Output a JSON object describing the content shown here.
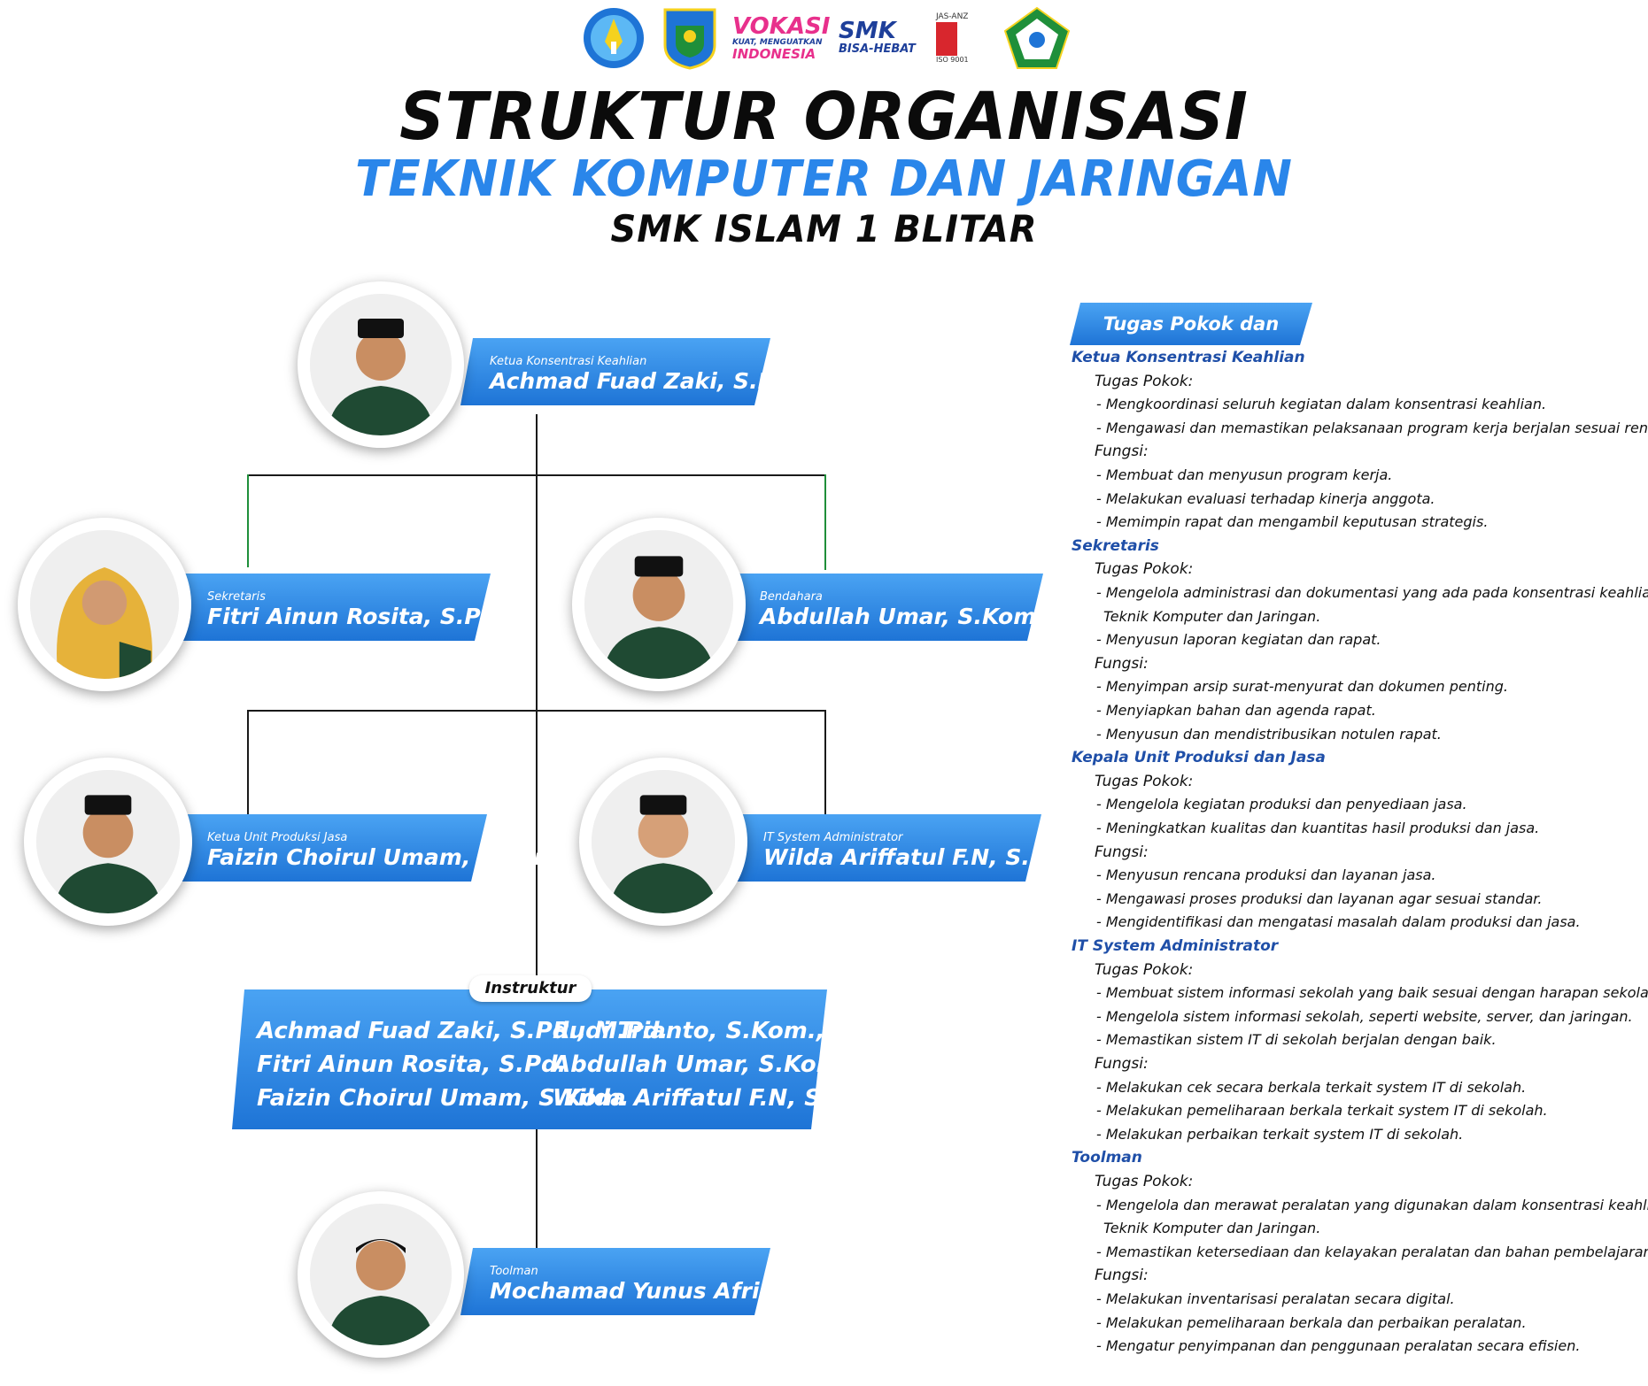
{
  "logos": [
    {
      "name": "tut-wuri-handayani-logo",
      "color": "#1e74d6"
    },
    {
      "name": "jawa-timur-crest-logo",
      "color": "#1f8f3a"
    },
    {
      "name": "vokasi-logo",
      "color": "#e8308c"
    },
    {
      "name": "smk-bisa-hebat-logo",
      "color": "#1e3f9a"
    },
    {
      "name": "iso-certification-logo",
      "color": "#d8262d"
    },
    {
      "name": "smk-islam-blitar-logo",
      "color": "#1f8f3a"
    }
  ],
  "logo_text": {
    "vokasi": "VOKASI",
    "vokasi_sub": "KUAT, MENGUATKAN",
    "vokasi_sub2": "INDONESIA",
    "smk": "SMK",
    "smk_sub": "BISA-HEBAT",
    "iso": "ISO 9001",
    "iso_top": "JAS-ANZ"
  },
  "header": {
    "title": "STRUKTUR ORGANISASI",
    "subtitle": "TEKNIK KOMPUTER DAN JARINGAN",
    "school": "SMK ISLAM 1 BLITAR"
  },
  "colors": {
    "accent": "#2a86ea",
    "plate_top": "#4aa3f3",
    "plate_bottom": "#1e74d6",
    "section_heading": "#1f4fa8",
    "connector_green": "#1f8f3a"
  },
  "members": {
    "ketua": {
      "role": "Ketua Konsentrasi Keahlian",
      "name": "Achmad Fuad Zaki, S.Pd., M.Pd."
    },
    "sekretaris": {
      "role": "Sekretaris",
      "name": "Fitri Ainun Rosita, S.Pd."
    },
    "bendahara": {
      "role": "Bendahara",
      "name": "Abdullah Umar, S.Kom."
    },
    "unit_produksi": {
      "role": "Ketua Unit Produksi Jasa",
      "name": "Faizin Choirul Umam, S.Kom."
    },
    "it_admin": {
      "role": "IT System Administrator",
      "name": "Wilda Ariffatul F.N, S.Kom."
    },
    "toolman": {
      "role": "Toolman",
      "name": "Mochamad Yunus Afriza"
    }
  },
  "instruktur": {
    "label": "Instruktur",
    "names_left": [
      "Achmad Fuad Zaki, S.Pd., M.Pd.",
      "Fitri Ainun Rosita, S.Pd.",
      "Faizin Choirul Umam, S.Kom."
    ],
    "names_right": [
      "Rudi Trianto, S.Kom., M.Pd.",
      "Abdullah Umar, S.Kom.",
      "Wilda Ariffatul F.N, S.Kom."
    ]
  },
  "tupoksi": {
    "heading": "Tugas Pokok dan Fungsi",
    "sections": [
      {
        "title": "Ketua Konsentrasi Keahlian",
        "tugas_label": "Tugas Pokok:",
        "tugas": [
          "- Mengkoordinasi seluruh kegiatan dalam konsentrasi keahlian.",
          "- Mengawasi dan memastikan pelaksanaan program kerja berjalan sesuai rencana."
        ],
        "fungsi_label": "Fungsi:",
        "fungsi": [
          "- Membuat dan menyusun program kerja.",
          "- Melakukan evaluasi terhadap kinerja anggota.",
          "- Memimpin rapat dan mengambil keputusan strategis."
        ]
      },
      {
        "title": "Sekretaris",
        "tugas_label": "Tugas Pokok:",
        "tugas": [
          "- Mengelola administrasi dan dokumentasi yang ada pada konsentrasi keahlian",
          "Teknik Komputer dan Jaringan.",
          "- Menyusun laporan kegiatan dan rapat."
        ],
        "fungsi_label": "Fungsi:",
        "fungsi": [
          "- Menyimpan arsip surat-menyurat dan dokumen penting.",
          "- Menyiapkan bahan dan agenda rapat.",
          "- Menyusun dan mendistribusikan notulen rapat."
        ]
      },
      {
        "title": "Kepala Unit Produksi dan Jasa",
        "tugas_label": "Tugas Pokok:",
        "tugas": [
          "- Mengelola kegiatan produksi dan penyediaan jasa.",
          "- Meningkatkan kualitas dan kuantitas hasil produksi dan jasa."
        ],
        "fungsi_label": "Fungsi:",
        "fungsi": [
          "- Menyusun rencana produksi dan layanan jasa.",
          "- Mengawasi proses produksi dan layanan agar sesuai standar.",
          "- Mengidentifikasi dan mengatasi masalah dalam produksi dan jasa."
        ]
      },
      {
        "title": "IT System Administrator",
        "tugas_label": "Tugas Pokok:",
        "tugas": [
          "- Membuat sistem informasi sekolah yang baik sesuai dengan harapan sekolah.",
          "- Mengelola sistem informasi sekolah, seperti website, server, dan jaringan.",
          "- Memastikan sistem IT di sekolah berjalan dengan baik."
        ],
        "fungsi_label": "Fungsi:",
        "fungsi": [
          "- Melakukan cek secara berkala terkait system IT di sekolah.",
          "- Melakukan pemeliharaan berkala terkait system IT di sekolah.",
          "- Melakukan perbaikan terkait system IT di sekolah."
        ]
      },
      {
        "title": "Toolman",
        "tugas_label": "Tugas Pokok:",
        "tugas": [
          "- Mengelola dan merawat peralatan yang digunakan dalam konsentrasi keahlian",
          "Teknik Komputer dan Jaringan.",
          "- Memastikan ketersediaan dan kelayakan peralatan dan bahan pembelajaran."
        ],
        "fungsi_label": "Fungsi:",
        "fungsi": [
          "- Melakukan inventarisasi peralatan secara digital.",
          "- Melakukan pemeliharaan berkala dan perbaikan peralatan.",
          "- Mengatur penyimpanan dan penggunaan peralatan secara efisien."
        ]
      }
    ]
  }
}
